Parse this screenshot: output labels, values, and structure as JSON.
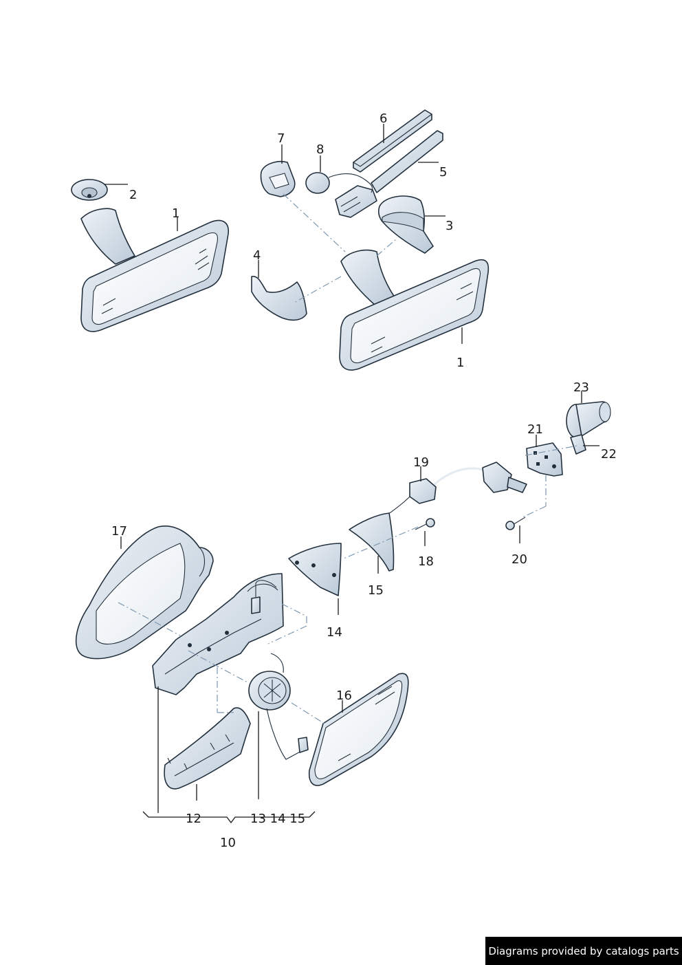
{
  "callouts": {
    "c1a": "1",
    "c1b": "1",
    "c2": "2",
    "c3": "3",
    "c4": "4",
    "c5": "5",
    "c6": "6",
    "c7": "7",
    "c8": "8",
    "c10": "10",
    "c12": "12",
    "c13_15": "13 14 15",
    "c14": "14",
    "c15": "15",
    "c16": "16",
    "c17": "17",
    "c18": "18",
    "c19": "19",
    "c20": "20",
    "c21": "21",
    "c22": "22",
    "c23": "23"
  },
  "credit": "Diagrams provided by catalogs parts",
  "colors": {
    "part_fill": "#e4ebf2",
    "part_shade": "#c6d2de",
    "glass": "#f4f7fa",
    "outline": "#22303d",
    "dash_line": "#7e98b0"
  }
}
